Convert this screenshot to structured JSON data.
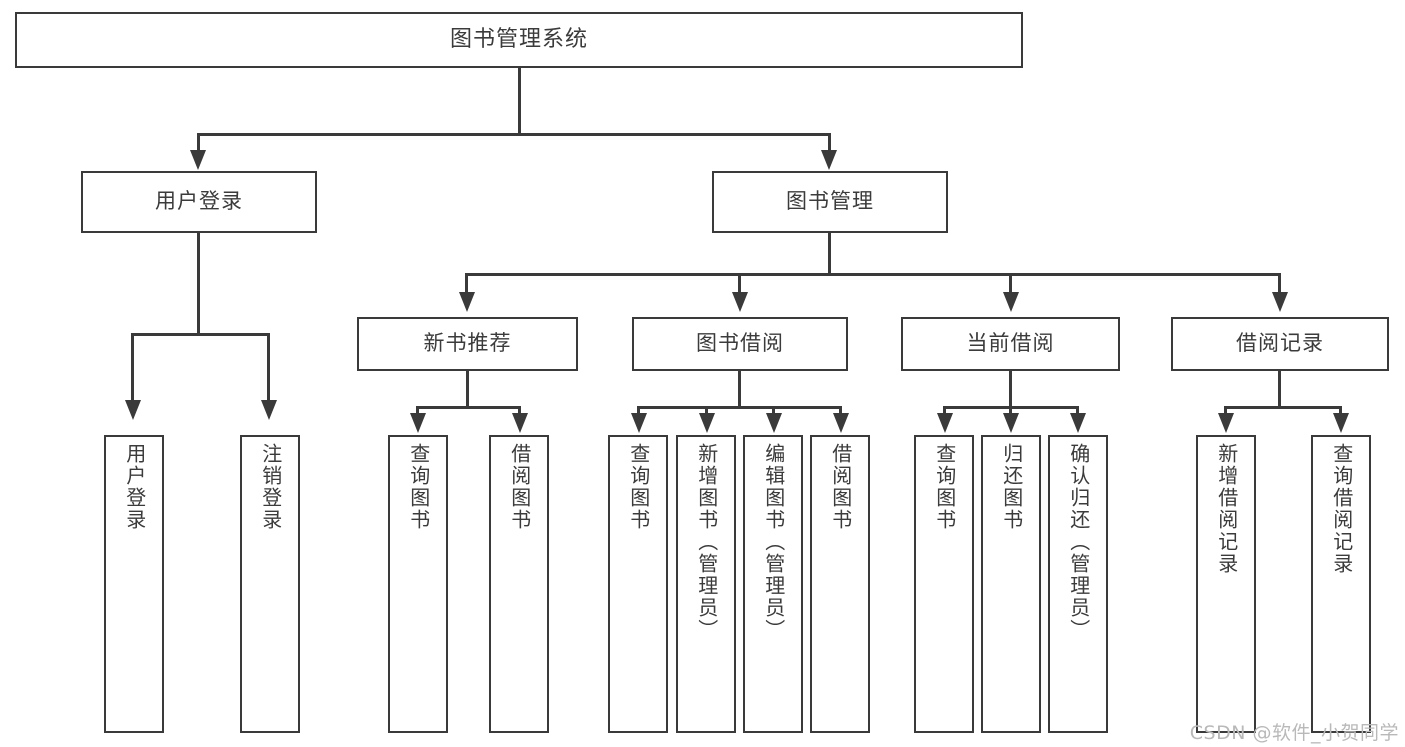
{
  "diagram": {
    "title": "图书管理系统",
    "type": "tree",
    "watermark": "CSDN @软件_小贺同学",
    "colors": {
      "background": "#ffffff",
      "box_border": "#3a3a3a",
      "box_fill": "#ffffff",
      "text": "#3b3b3b",
      "connector": "#3a3a3a",
      "watermark": "#b9b9b9"
    },
    "nodes": {
      "root": {
        "label": "图书管理系统"
      },
      "level2": [
        {
          "label": "用户登录"
        },
        {
          "label": "图书管理"
        }
      ],
      "level3": [
        {
          "label": "新书推荐"
        },
        {
          "label": "图书借阅"
        },
        {
          "label": "当前借阅"
        },
        {
          "label": "借阅记录"
        }
      ],
      "leaves": {
        "user_login": [
          {
            "label": "用户登录"
          },
          {
            "label": "注销登录"
          }
        ],
        "new_book_recommend": [
          {
            "label": "查询图书"
          },
          {
            "label": "借阅图书"
          }
        ],
        "book_borrow": [
          {
            "label": "查询图书"
          },
          {
            "label": "新增图书（管理员）"
          },
          {
            "label": "编辑图书（管理员）"
          },
          {
            "label": "借阅图书"
          }
        ],
        "current_borrow": [
          {
            "label": "查询图书"
          },
          {
            "label": "归还图书"
          },
          {
            "label": "确认归还（管理员）"
          }
        ],
        "borrow_record": [
          {
            "label": "新增借阅记录"
          },
          {
            "label": "查询借阅记录"
          }
        ]
      }
    }
  }
}
